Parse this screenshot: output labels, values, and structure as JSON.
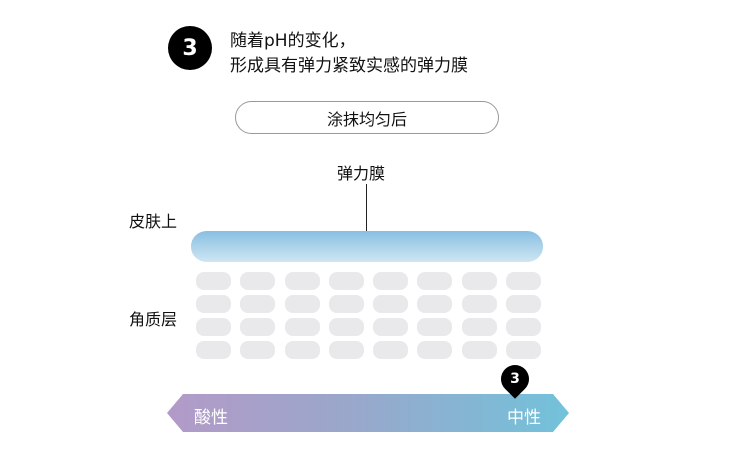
{
  "step": {
    "number": "3",
    "line1": "随着pH的变化，",
    "line2": "形成具有弹力紧致实感的弹力膜"
  },
  "state_label": "涂抹均匀后",
  "film_label": "弹力膜",
  "skin_surface_label": "皮肤上",
  "stratum_corneum_label": "角质层",
  "scale": {
    "left": "酸性",
    "right": "中性",
    "marker": "3"
  },
  "colors": {
    "film": "#88bfe2",
    "scale_start": "#b39ac8",
    "scale_end": "#72c2da",
    "cell": "#e9e9eb"
  }
}
